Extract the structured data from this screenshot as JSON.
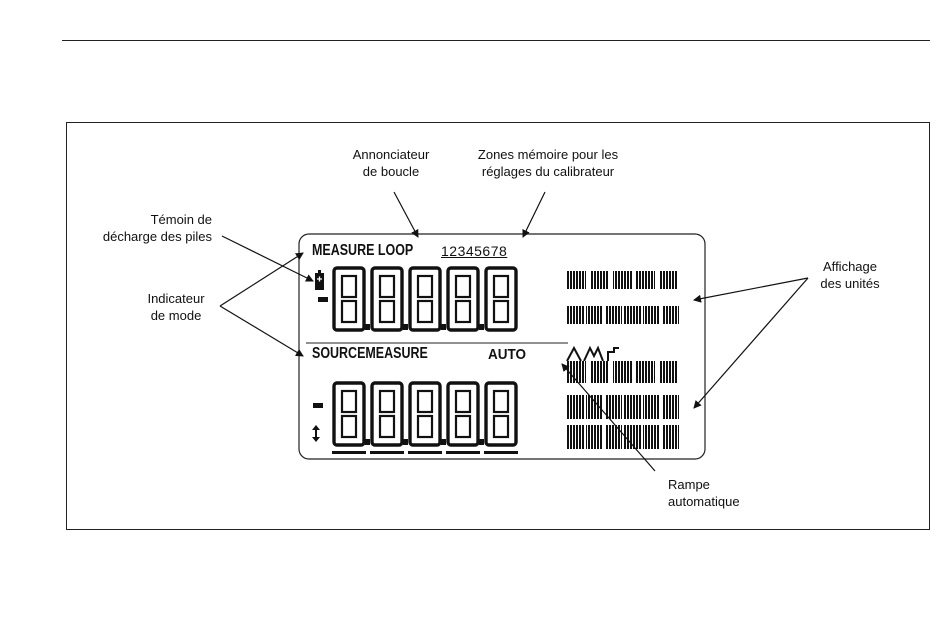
{
  "callouts": {
    "loop_annunciator": [
      "Annonciateur",
      "de boucle"
    ],
    "memory_zones": [
      "Zones mémoire pour les",
      "réglages du calibrateur"
    ],
    "battery_low": [
      "Témoin de",
      "décharge des piles"
    ],
    "mode_indicator": [
      "Indicateur",
      "de mode"
    ],
    "units_display": [
      "Affichage",
      "des unités"
    ],
    "auto_ramp": [
      "Rampe",
      "automatique"
    ]
  },
  "lcd": {
    "measure_label": "MEASURE",
    "loop_label": "LOOP",
    "memory_slots": "12345678",
    "source_label": "SOURCE",
    "measure_label_2": "MEASURE",
    "auto_label": "AUTO",
    "upper_digits": "8.8.8.8.8",
    "lower_digits": "8.8.8.8.8",
    "minus_sign": "-"
  },
  "colors": {
    "ink": "#111111",
    "background": "#ffffff"
  },
  "icons": [
    "battery-icon",
    "up-down-arrow-icon",
    "ramp-triangle-icon",
    "ramp-multi-triangle-icon",
    "ramp-step-icon"
  ]
}
